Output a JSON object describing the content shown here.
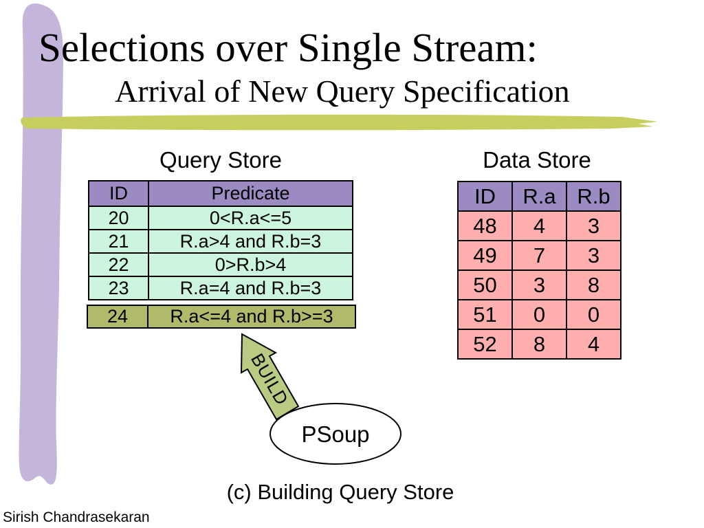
{
  "title": {
    "line1": "Selections over Single Stream:",
    "line2": "Arrival of New Query Specification"
  },
  "query_store": {
    "label": "Query Store",
    "columns": [
      "ID",
      "Predicate"
    ],
    "rows": [
      [
        "20",
        "0<R.a<=5"
      ],
      [
        "21",
        "R.a>4 and R.b=3"
      ],
      [
        "22",
        "0>R.b>4"
      ],
      [
        "23",
        "R.a=4 and R.b=3"
      ]
    ],
    "new_row": [
      "24",
      "R.a<=4 and R.b>=3"
    ]
  },
  "data_store": {
    "label": "Data Store",
    "columns": [
      "ID",
      "R.a",
      "R.b"
    ],
    "rows": [
      [
        "48",
        "4",
        "3"
      ],
      [
        "49",
        "7",
        "3"
      ],
      [
        "50",
        "3",
        "8"
      ],
      [
        "51",
        "0",
        "0"
      ],
      [
        "52",
        "8",
        "4"
      ]
    ]
  },
  "arrow": {
    "label": "BUILD"
  },
  "ellipse": {
    "label": "PSoup"
  },
  "caption": "(c) Building Query Store",
  "footer": "Sirish Chandrasekaran",
  "colors": {
    "bar_lavender": "#c4b6db",
    "underline_green": "#c6cf5e",
    "header_purple": "#9c8bc3",
    "row_mint": "#ccf5dd",
    "row_pink": "#ffb0ae",
    "row_olive": "#b0ba6a",
    "arrow_green": "#b9cb82",
    "text_black": "#000000"
  }
}
